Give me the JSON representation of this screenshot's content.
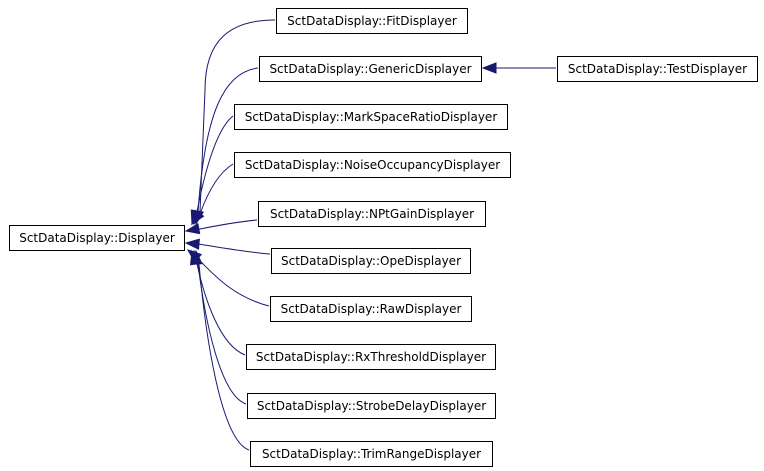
{
  "diagram": {
    "nodes": [
      {
        "id": "displayer",
        "label": "SctDataDisplay::Displayer"
      },
      {
        "id": "fit",
        "label": "SctDataDisplay::FitDisplayer"
      },
      {
        "id": "generic",
        "label": "SctDataDisplay::GenericDisplayer"
      },
      {
        "id": "test",
        "label": "SctDataDisplay::TestDisplayer"
      },
      {
        "id": "markspace",
        "label": "SctDataDisplay::MarkSpaceRatioDisplayer"
      },
      {
        "id": "noise",
        "label": "SctDataDisplay::NoiseOccupancyDisplayer"
      },
      {
        "id": "nptgain",
        "label": "SctDataDisplay::NPtGainDisplayer"
      },
      {
        "id": "ope",
        "label": "SctDataDisplay::OpeDisplayer"
      },
      {
        "id": "raw",
        "label": "SctDataDisplay::RawDisplayer"
      },
      {
        "id": "rxthreshold",
        "label": "SctDataDisplay::RxThresholdDisplayer"
      },
      {
        "id": "strobedelay",
        "label": "SctDataDisplay::StrobeDelayDisplayer"
      },
      {
        "id": "trimrange",
        "label": "SctDataDisplay::TrimRangeDisplayer"
      }
    ],
    "edges": [
      {
        "from": "fit",
        "to": "displayer"
      },
      {
        "from": "generic",
        "to": "displayer"
      },
      {
        "from": "markspace",
        "to": "displayer"
      },
      {
        "from": "noise",
        "to": "displayer"
      },
      {
        "from": "nptgain",
        "to": "displayer"
      },
      {
        "from": "ope",
        "to": "displayer"
      },
      {
        "from": "raw",
        "to": "displayer"
      },
      {
        "from": "rxthreshold",
        "to": "displayer"
      },
      {
        "from": "strobedelay",
        "to": "displayer"
      },
      {
        "from": "trimrange",
        "to": "displayer"
      },
      {
        "from": "test",
        "to": "generic"
      }
    ],
    "colors": {
      "edge": "#191970",
      "box_border": "#000000",
      "text": "#000000"
    }
  }
}
